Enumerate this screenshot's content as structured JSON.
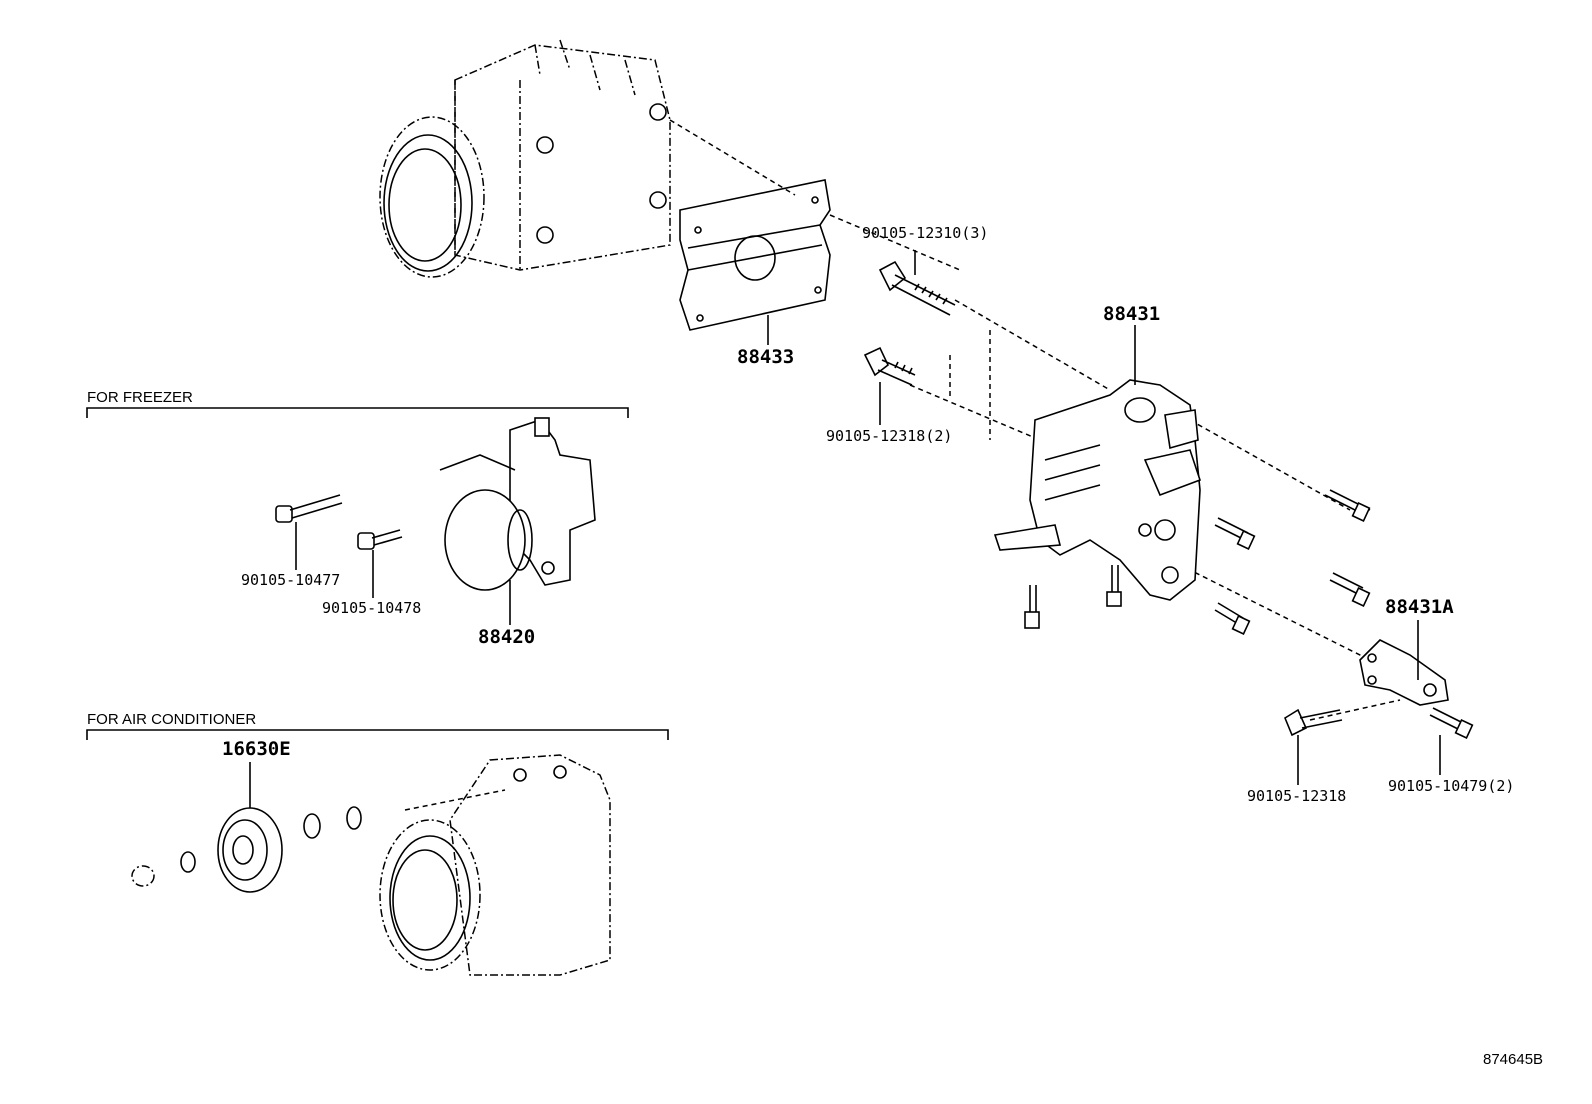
{
  "sections": {
    "freezer": "FOR FREEZER",
    "air_conditioner": "FOR AIR CONDITIONER"
  },
  "parts": {
    "p88433": "88433",
    "p90105_12310": "90105-12310(3)",
    "p88431": "88431",
    "p90105_12318_2": "90105-12318(2)",
    "p90105_10477": "90105-10477",
    "p90105_10478": "90105-10478",
    "p88420": "88420",
    "p88431A": "88431A",
    "p16630E": "16630E",
    "p90105_12318": "90105-12318",
    "p90105_10479": "90105-10479(2)"
  },
  "diagram_code": "874645B"
}
